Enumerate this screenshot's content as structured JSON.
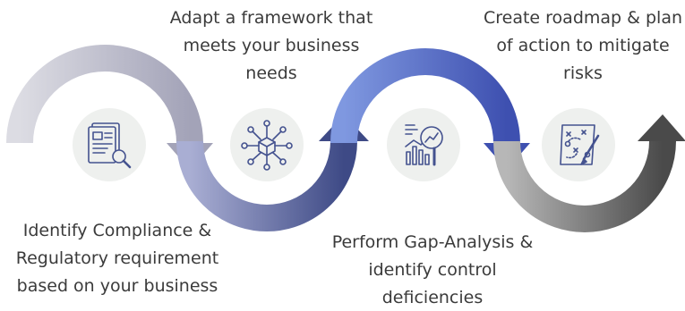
{
  "steps": [
    {
      "lines": [
        "Identify Compliance &",
        "Regulatory requirement",
        "based on your business"
      ],
      "icon": "document-search-icon",
      "arc_color_start": "#d6d6de",
      "arc_color_end": "#a2a2b6"
    },
    {
      "lines": [
        "Adapt a framework that",
        "meets your business",
        "needs"
      ],
      "icon": "network-cube-icon",
      "arc_color_start": "#a0a6cc",
      "arc_color_end": "#3f4b8a"
    },
    {
      "lines": [
        "Perform Gap-Analysis &",
        "identify control",
        "deficiencies"
      ],
      "icon": "analysis-magnifier-icon",
      "arc_color_start": "#7d95dd",
      "arc_color_end": "#3f52b2"
    },
    {
      "lines": [
        "Create roadmap & plan",
        "of action to mitigate",
        "risks"
      ],
      "icon": "strategy-board-icon",
      "arc_color_start": "#b2b2b2",
      "arc_color_end": "#4f4f4f"
    }
  ],
  "colors": {
    "icon_circle": "#eef0ee",
    "icon_stroke": "#3f4f8f",
    "text": "#3b3b3b"
  }
}
